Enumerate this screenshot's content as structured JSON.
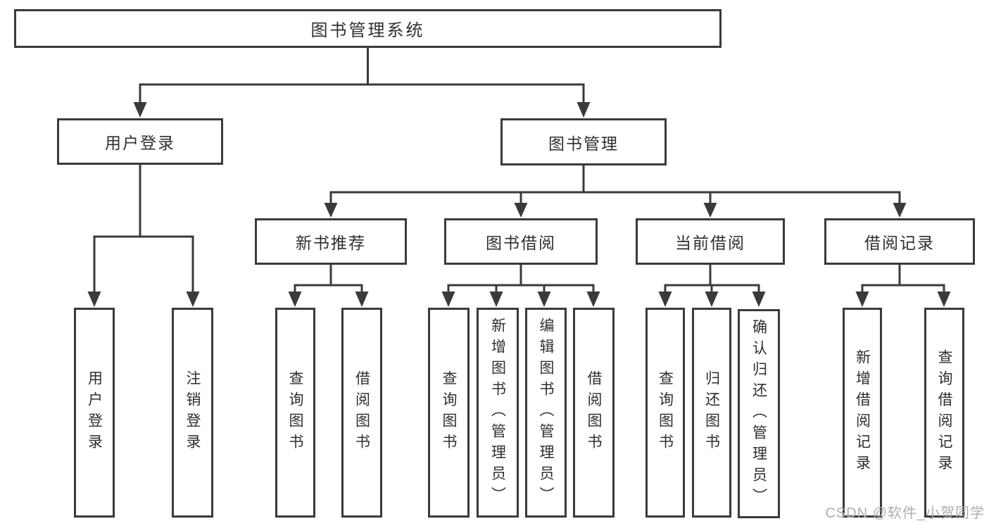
{
  "diagram": {
    "root": "图书管理系统",
    "branches": {
      "user_login": {
        "label": "用户登录",
        "children": {
          "login": "用户登录",
          "logout": "注销登录"
        }
      },
      "book_mgmt": {
        "label": "图书管理",
        "children": {
          "new_book": {
            "label": "新书推荐",
            "children": {
              "query": "查询图书",
              "borrow": "借阅图书"
            }
          },
          "borrowing": {
            "label": "图书借阅",
            "children": {
              "query": "查询图书",
              "add": "新增图书（管理员）",
              "edit": "编辑图书（管理员）",
              "borrow": "借阅图书"
            }
          },
          "current": {
            "label": "当前借阅",
            "children": {
              "query": "查询图书",
              "return": "归还图书",
              "confirm": "确认归还（管理员）"
            }
          },
          "records": {
            "label": "借阅记录",
            "children": {
              "add": "新增借阅记录",
              "query": "查询借阅记录"
            }
          }
        }
      }
    }
  },
  "watermark": "CSDN @软件_小贺同学",
  "colors": {
    "line": "#3a3a3a",
    "text": "#2f2f2f",
    "watermark": "#aeaeb2",
    "background": "#ffffff"
  }
}
